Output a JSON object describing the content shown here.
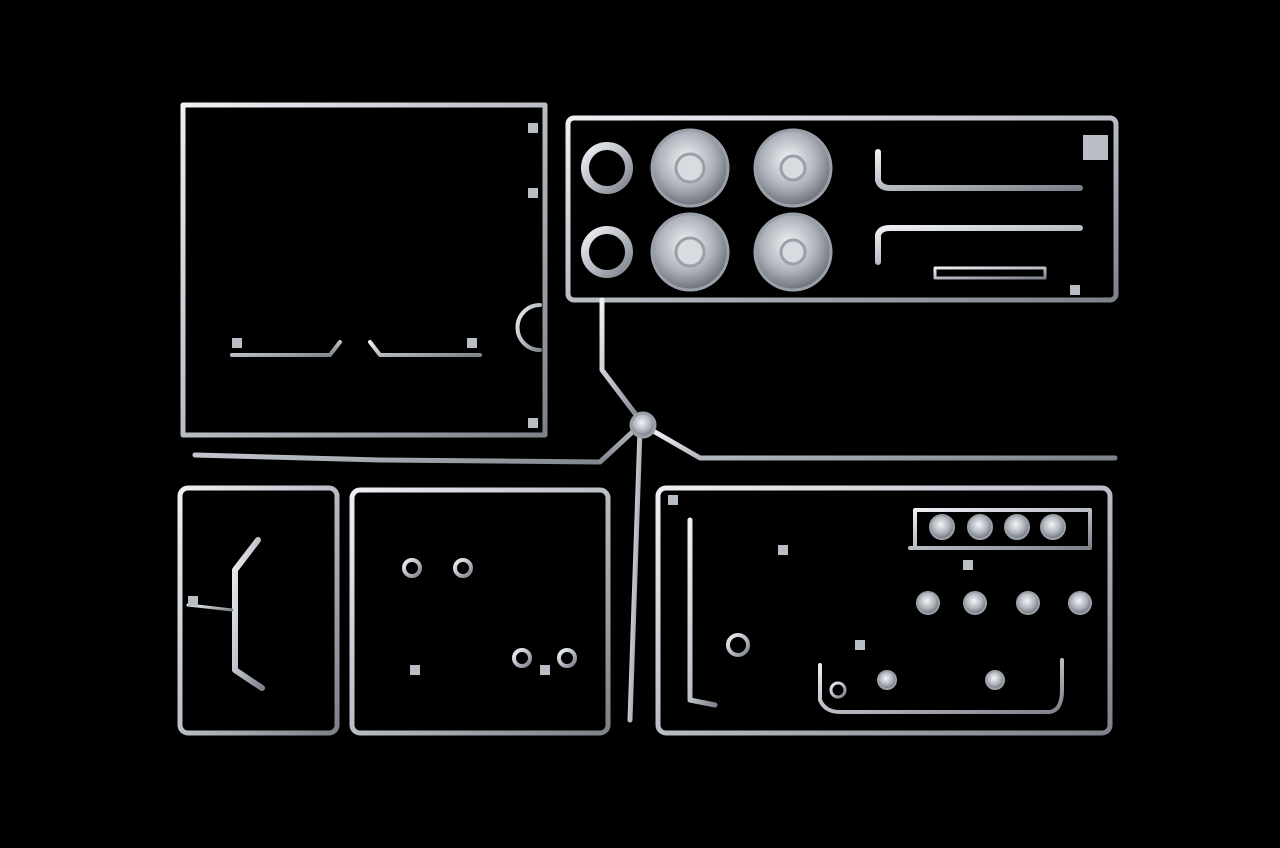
{
  "colors": {
    "background": "#000000",
    "chrome": "#c9ccd2",
    "chrome_dark": "#8a8e96",
    "chrome_light": "#eef0f4"
  },
  "image": {
    "subject": "chrome-model-kit-sprue",
    "parts": [
      "wheel-hubs",
      "exhaust-pipes",
      "grab-bars",
      "light-bar",
      "mirrors",
      "bumper-guard"
    ]
  }
}
